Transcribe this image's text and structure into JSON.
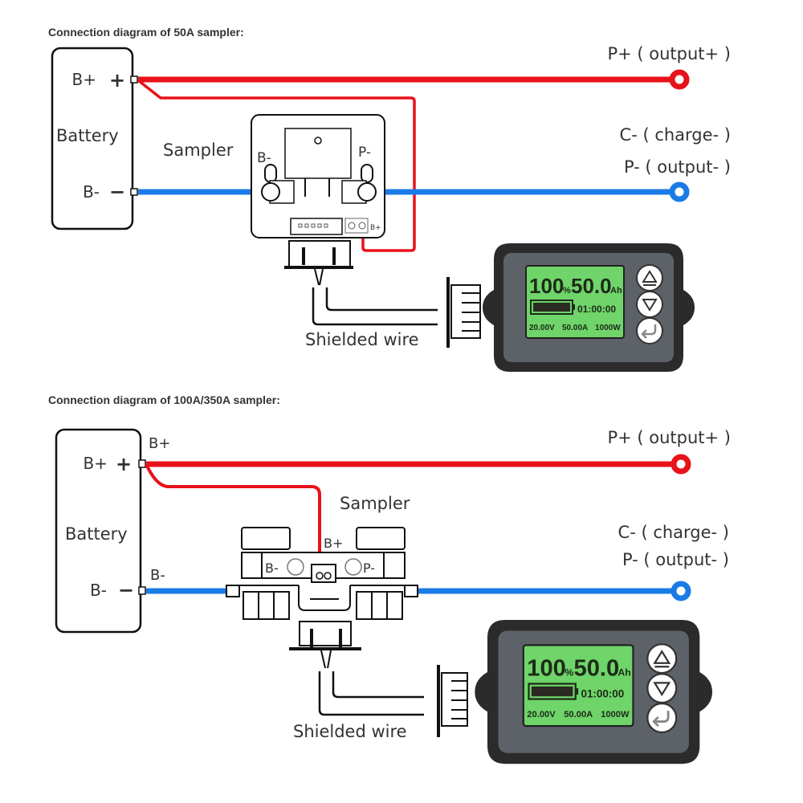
{
  "colors": {
    "positive_wire": "#e8121a",
    "negative_wire": "#1a7be6",
    "lcd_background": "#6fd46a",
    "meter_bezel": "#2b2b2b",
    "meter_face": "#5d6168"
  },
  "diagrams": [
    {
      "title": "Connection diagram of 50A sampler:",
      "battery": {
        "label": "Battery",
        "pos_terminal": "B+",
        "neg_terminal": "B-",
        "plus_symbol": "+",
        "minus_symbol": "−"
      },
      "sampler": {
        "label": "Sampler",
        "left_terminal": "B-",
        "right_terminal": "P-",
        "bplus_port": "B+"
      },
      "outputs": {
        "positive": "P+ ( output+ )",
        "charge": "C- ( charge- )",
        "negative": "P- ( output- )"
      },
      "cable_label": "Shielded wire",
      "meter": {
        "percent": "100",
        "percent_unit": "%",
        "capacity": "50.0",
        "capacity_unit": "Ah",
        "time": "01:00:00",
        "voltage": "20.00V",
        "current": "50.00A",
        "power": "1000W",
        "battery_fill": 1.0
      }
    },
    {
      "title": "Connection diagram of 100A/350A sampler:",
      "battery": {
        "label": "Battery",
        "pos_terminal": "B+",
        "neg_terminal": "B-",
        "plus_symbol": "+",
        "minus_symbol": "−"
      },
      "wire_labels": {
        "positive": "B+",
        "negative": "B-"
      },
      "sampler": {
        "label": "Sampler",
        "left_terminal": "B-",
        "right_terminal": "P-",
        "bplus_port": "B+"
      },
      "outputs": {
        "positive": "P+ ( output+ )",
        "charge": "C- ( charge- )",
        "negative": "P- ( output- )"
      },
      "cable_label": "Shielded wire",
      "meter": {
        "percent": "100",
        "percent_unit": "%",
        "capacity": "50.0",
        "capacity_unit": "Ah",
        "time": "01:00:00",
        "voltage": "20.00V",
        "current": "50.00A",
        "power": "1000W",
        "battery_fill": 1.0
      }
    }
  ]
}
